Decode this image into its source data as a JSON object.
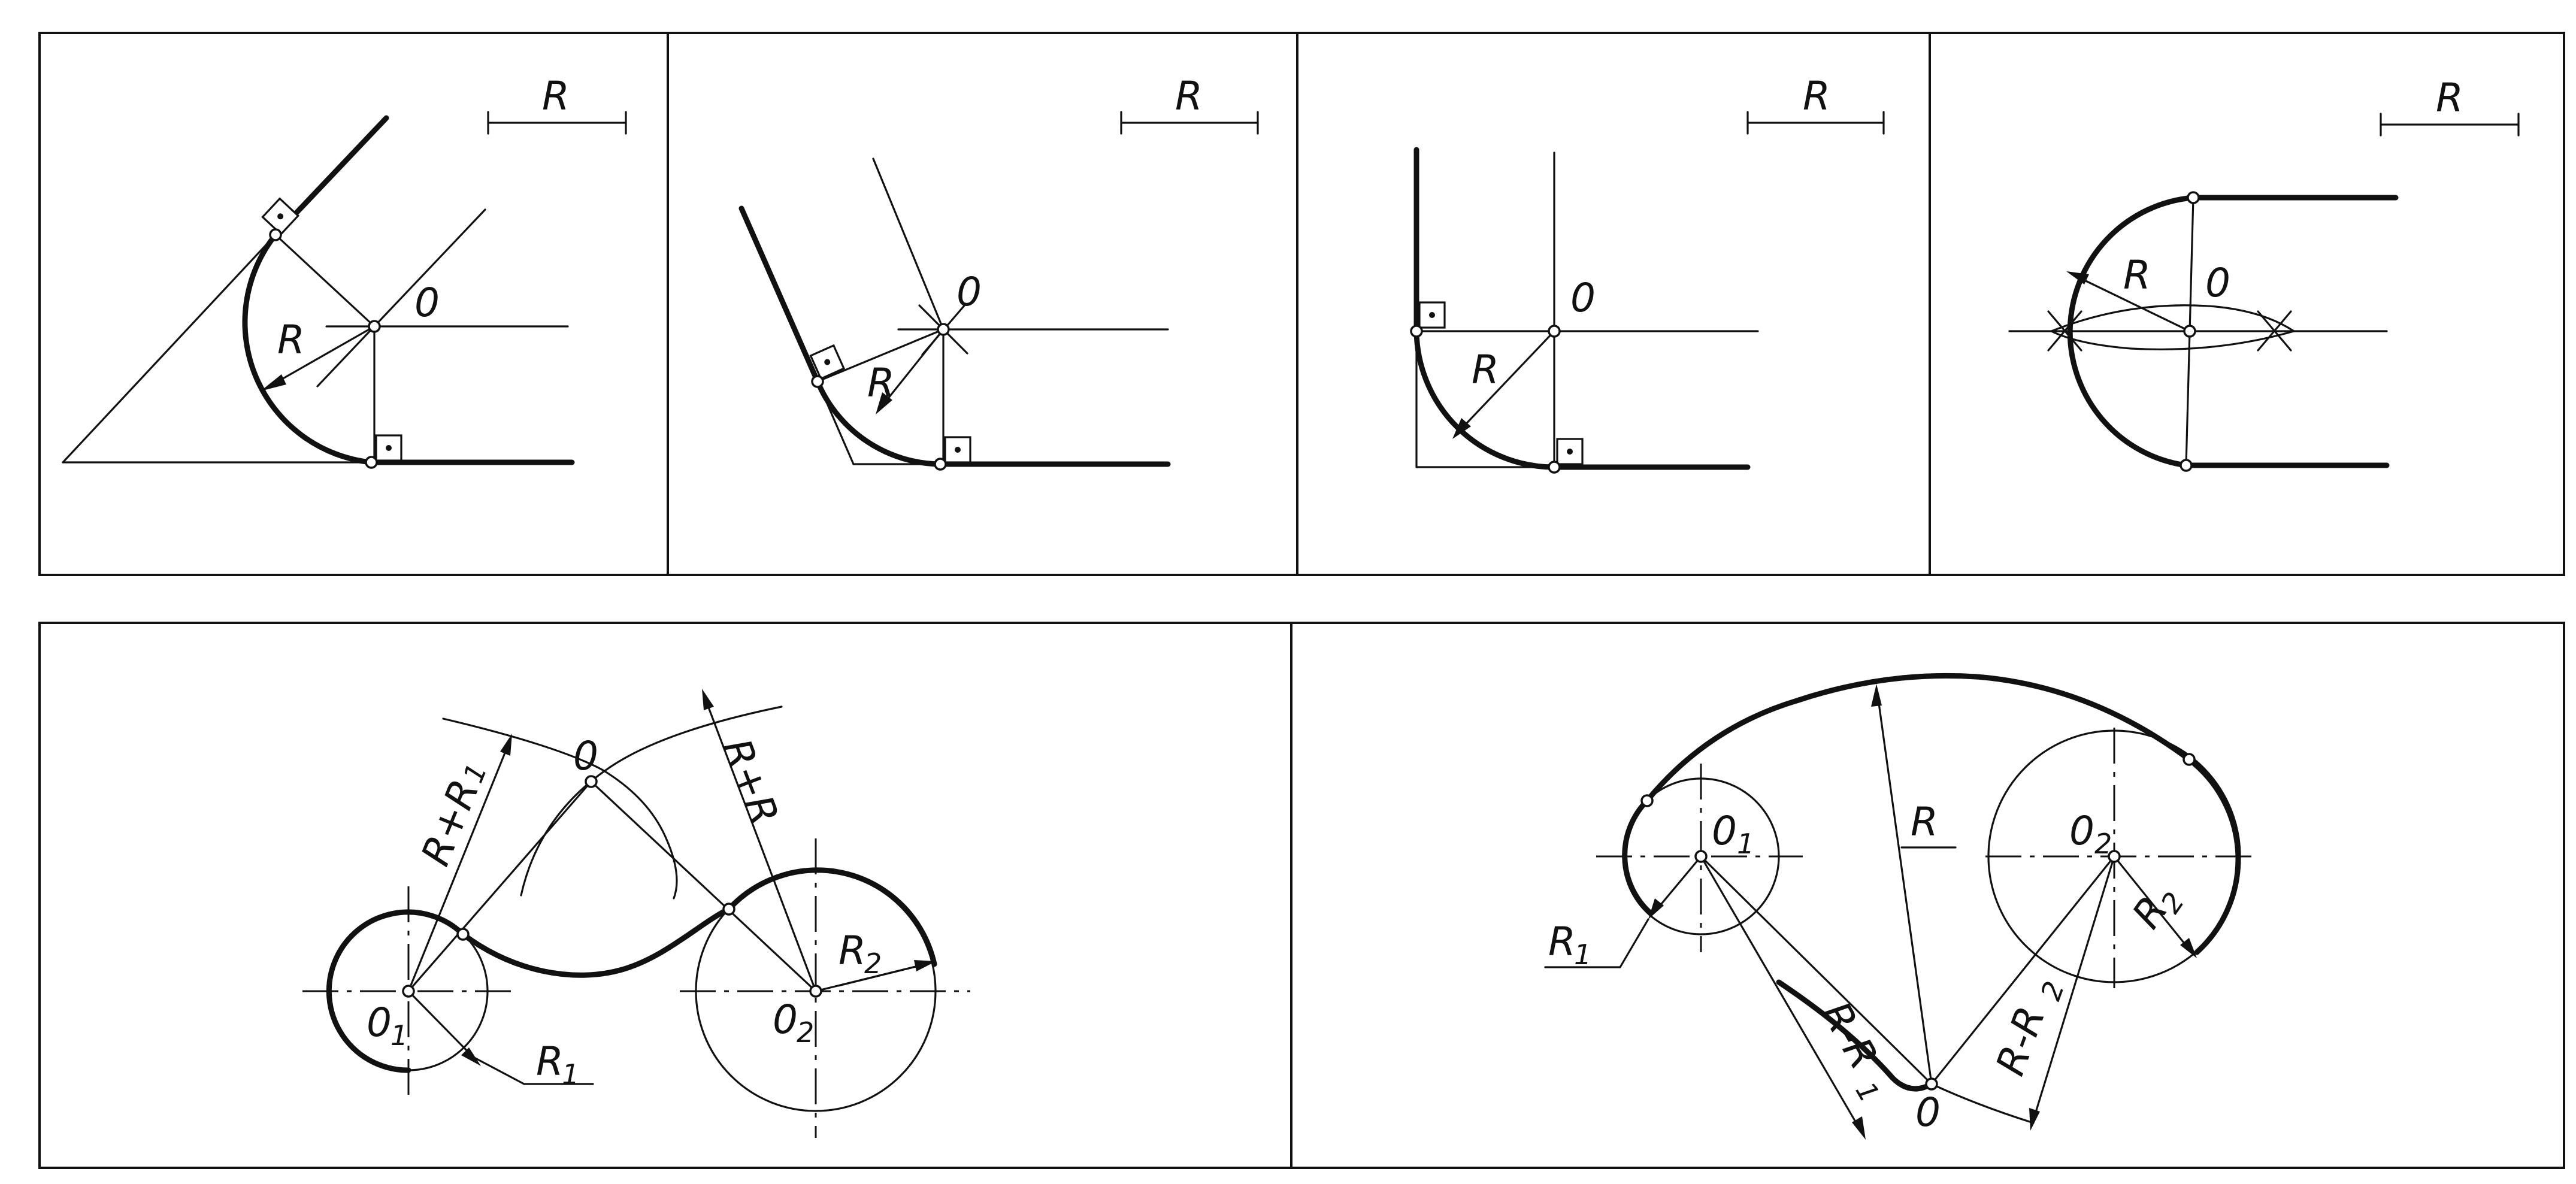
{
  "labels": {
    "radius": "R",
    "center": "0",
    "o1": "0",
    "o2": "0",
    "sub1": "1",
    "sub2": "2",
    "r1": "R",
    "r2": "R",
    "r_plus_r1": "R+R",
    "r_plus_r2": "R+R",
    "r_minus_r1": "R-R",
    "r_minus_r2": "R-R"
  }
}
